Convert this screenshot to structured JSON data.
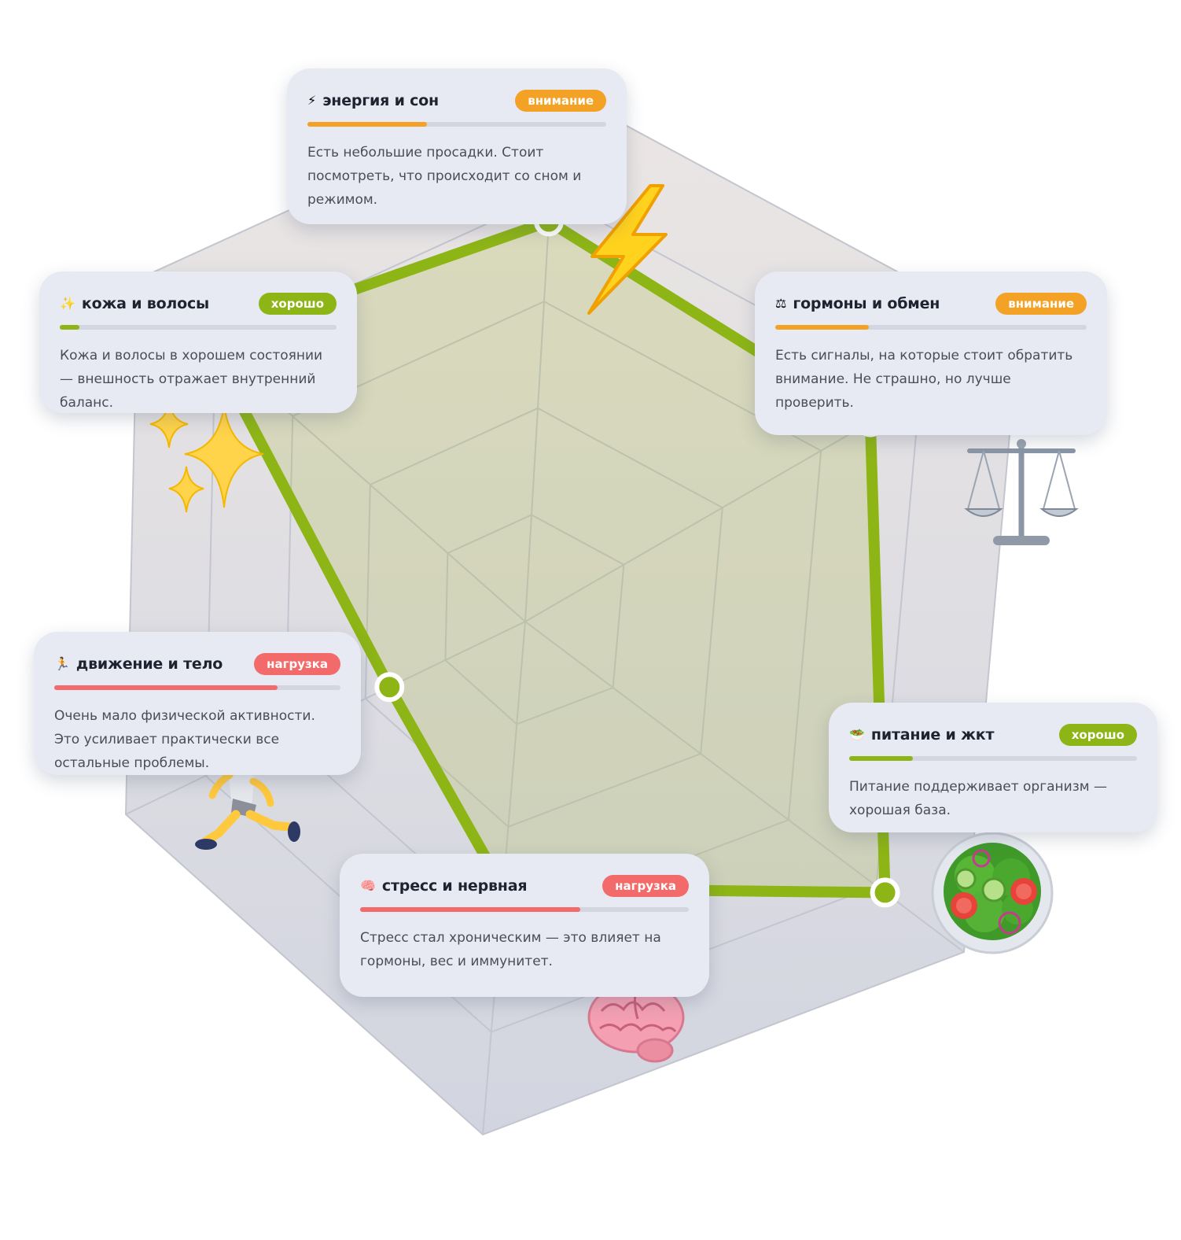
{
  "chart_data": {
    "type": "radar",
    "axes": [
      {
        "key": "energy",
        "name": "энергия и сон"
      },
      {
        "key": "hormones",
        "name": "гормоны и обмен"
      },
      {
        "key": "nutrition",
        "name": "питание и жкт"
      },
      {
        "key": "stress",
        "name": "стресс и нервная"
      },
      {
        "key": "movement",
        "name": "движение и тело"
      },
      {
        "key": "skin",
        "name": "кожа и волосы"
      }
    ],
    "values": [
      0.75,
      0.7,
      0.82,
      0.52,
      0.34,
      0.82
    ],
    "range": [
      0,
      1
    ],
    "grid_levels": 5,
    "colors": {
      "fill": "#a8b830",
      "line": "#8db516",
      "grid_bg": "#dcdde5",
      "grid_line": "#c3c6cf",
      "node_fill": "#8db516",
      "node_ring": "#ffffff"
    }
  },
  "status_colors": {
    "внимание": "#f3a226",
    "хорошо": "#8db516",
    "нагрузка": "#f36a6a"
  },
  "cards": [
    {
      "key": "energy",
      "icon": "⚡",
      "icon_name": "lightning-icon",
      "title": "энергия и сон",
      "badge": "внимание",
      "progress": 0.4,
      "text": "Есть небольшие просадки. Стоит посмотреть, что происходит со сном и режимом."
    },
    {
      "key": "skin",
      "icon": "✨",
      "icon_name": "sparkles-icon",
      "title": "кожа и волосы",
      "badge": "хорошо",
      "progress": 0.07,
      "text": "Кожа и волосы в хорошем состоянии — внешность отражает внутренний баланс."
    },
    {
      "key": "hormones",
      "icon": "⚖",
      "icon_name": "scales-icon",
      "title": "гормоны и обмен",
      "badge": "внимание",
      "progress": 0.3,
      "text": "Есть сигналы, на которые стоит обратить внимание. Не страшно, но лучше проверить."
    },
    {
      "key": "movement",
      "icon": "🏃",
      "icon_name": "runner-icon",
      "title": "движение и тело",
      "badge": "нагрузка",
      "progress": 0.78,
      "text": "Очень мало физической активности. Это усиливает практически все остальные проблемы."
    },
    {
      "key": "nutrition",
      "icon": "🥗",
      "icon_name": "salad-icon",
      "title": "питание и жкт",
      "badge": "хорошо",
      "progress": 0.22,
      "text": "Питание поддерживает организм — хорошая база."
    },
    {
      "key": "stress",
      "icon": "🧠",
      "icon_name": "brain-icon",
      "title": "стресс и нервная",
      "badge": "нагрузка",
      "progress": 0.67,
      "text": "Стресс стал хроническим — это влияет на гормоны, вес и иммунитет."
    }
  ]
}
